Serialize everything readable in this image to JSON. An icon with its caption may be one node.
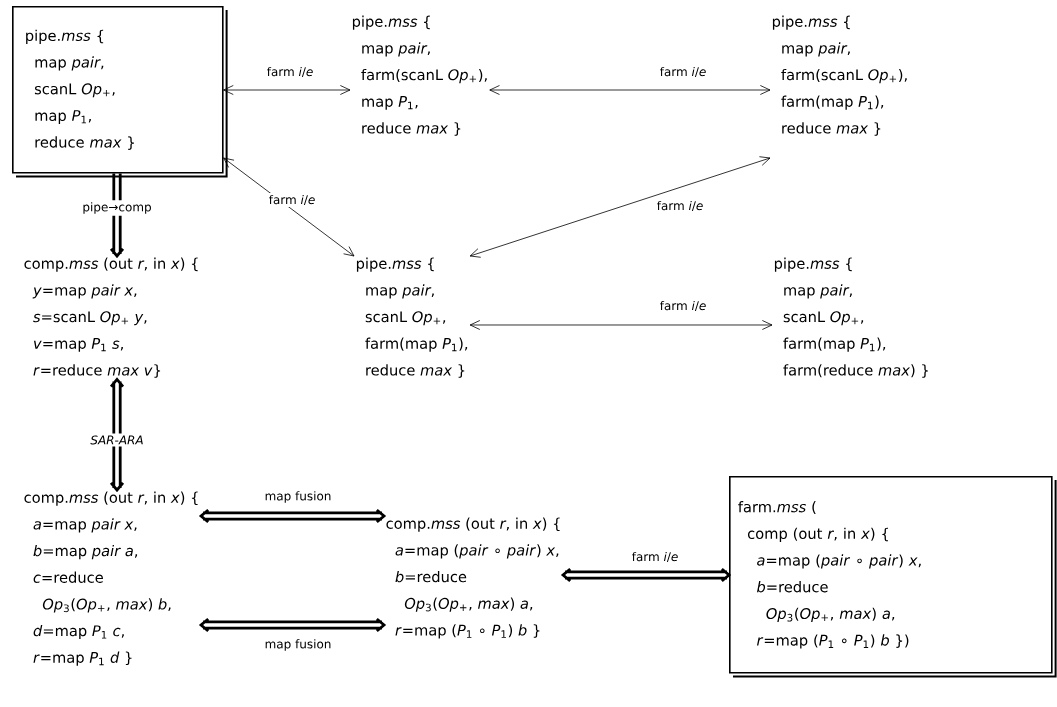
{
  "diagram": {
    "nodes": [
      {
        "text": [
          "pipe.*mss* {",
          "map *pair*,",
          "scanL *Op*$_{+}$,",
          "map *P*$_{1}$,",
          "reduce *max* }"
        ]
      },
      {
        "text": [
          "pipe.*mss* {",
          "map *pair*,",
          "farm(scanL *Op*$_{+}$),",
          "map *P*$_{1}$,",
          "reduce *max* }"
        ]
      },
      {
        "text": [
          "pipe.*mss* {",
          "map *pair*,",
          "farm(scanL *Op*$_{+}$),",
          "farm(map *P*$_{1}$),",
          "reduce *max* }"
        ]
      },
      {
        "text": [
          "comp.*mss* (out *r*, in *x*) {",
          "*y*=map *pair x*,",
          "*s*=scanL *Op*$_{+}$ *y*,",
          "*v*=map *P*$_{1}$ *s*,",
          "*r*=reduce *max v*}"
        ]
      },
      {
        "text": [
          "pipe.*mss* {",
          "map *pair*,",
          "scanL *Op*$_{+}$,",
          "farm(map *P*$_{1}$),",
          "reduce *max* }"
        ]
      },
      {
        "text": [
          "pipe.*mss* {",
          "map *pair*,",
          "scanL *Op*$_{+}$,",
          "farm(map *P*$_{1}$),",
          "farm(reduce *max*) }"
        ]
      },
      {
        "text": [
          "comp.*mss* (out *r*, in *x*) {",
          "*a*=map *pair x*,",
          "*b*=map *pair a*,",
          "*c*=reduce",
          "*Op*$_{3}$(*Op*$_{+}$, *max*) *b*,",
          "*d*=map *P*$_{1}$ *c*,",
          "*r*=map *P*$_{1}$ *d* }"
        ]
      },
      {
        "text": [
          "comp.*mss* (out *r*, in *x*) {",
          "*a*=map (*pair* ∘ *pair*) *x*,",
          "*b*=reduce",
          "*Op*$_{3}$(*Op*$_{+}$, *max*) *a*,",
          "*r*=map (*P*$_{1}$ ∘ *P*$_{1}$) *b* }"
        ]
      },
      {
        "text": [
          "farm.*mss* (",
          "comp (out *r*, in *x*) {",
          "*a*=map (*pair* ∘ *pair*) *x*,",
          "*b*=reduce",
          "*Op*$_{3}$(*Op*$_{+}$, *max*) *a*,",
          "*r*=map (*P*$_{1}$ ∘ *P*$_{1}$) *b* })"
        ]
      }
    ],
    "edges": [
      {
        "from": 0,
        "to": 1,
        "arrow": "both",
        "label": "farm *i*/*e*"
      },
      {
        "from": 1,
        "to": 2,
        "arrow": "both",
        "label": "farm *i*/*e*"
      },
      {
        "from": 0,
        "to": 4,
        "arrow": "both",
        "label": "farm *i*/*e*"
      },
      {
        "from": 2,
        "to": 4,
        "arrow": "both",
        "label": "farm *i*/*e*"
      },
      {
        "from": 4,
        "to": 5,
        "arrow": "both",
        "label": "farm *i*/*e*"
      },
      {
        "from": 0,
        "to": 3,
        "arrow": "to",
        "label": "pipe→comp",
        "style": "thick"
      },
      {
        "from": 3,
        "to": 6,
        "arrow": "both",
        "label": "*SAR*-*ARA*",
        "style": "thick"
      },
      {
        "from": 6,
        "to": 7,
        "arrow": "both",
        "label": "map fusion",
        "style": "thick"
      },
      {
        "from": 6,
        "to": 7,
        "arrow": "both",
        "label": "map fusion",
        "style": "thick"
      },
      {
        "from": 7,
        "to": 8,
        "arrow": "both",
        "label": "farm *i*/*e*",
        "style": "thick"
      }
    ]
  }
}
